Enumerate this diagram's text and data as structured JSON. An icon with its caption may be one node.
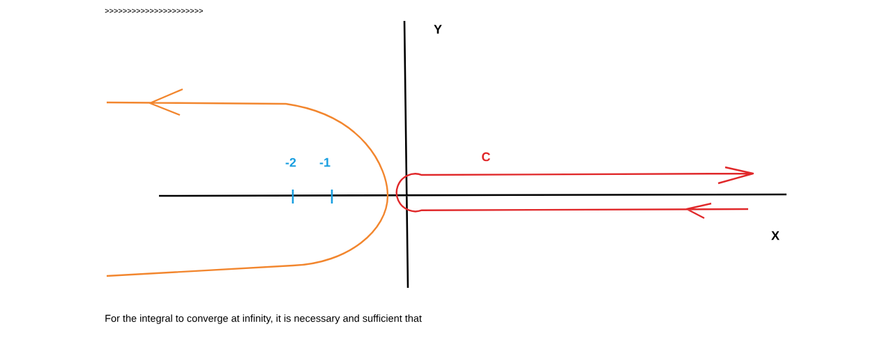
{
  "diagram": {
    "labels": [
      ">>>>>>>>>>>>>>>>>>>>>>",
      "Y",
      "-2",
      "-1",
      "C",
      "X"
    ],
    "caption": "For the integral to converge at infinity, it is necessary and sufficient that"
  }
}
